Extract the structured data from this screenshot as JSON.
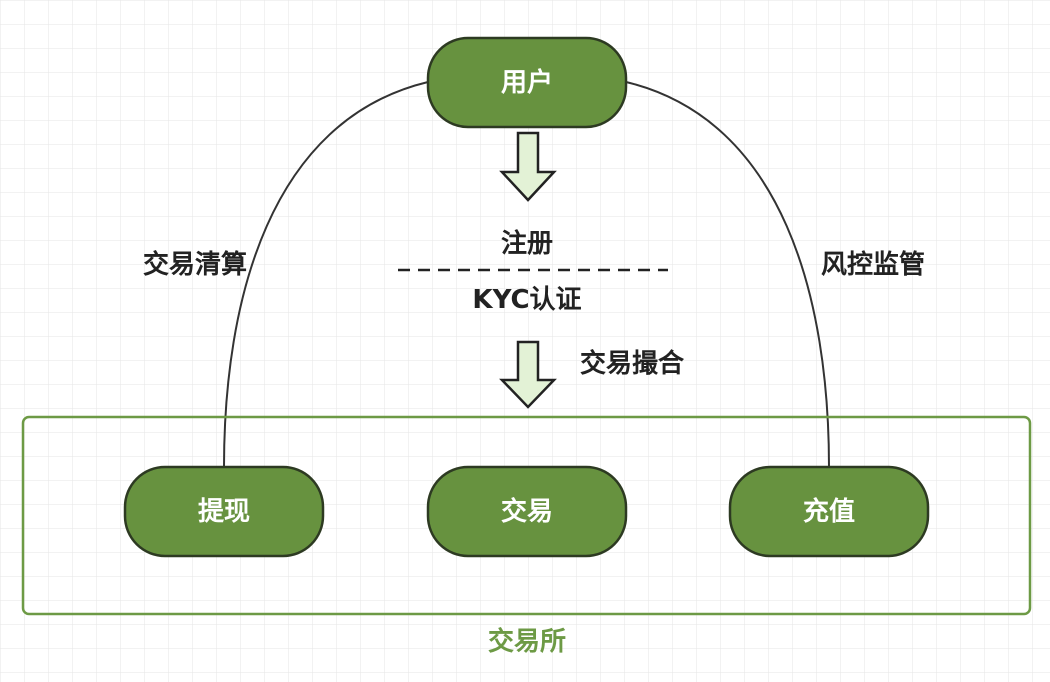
{
  "colors": {
    "node_fill": "#67923f",
    "node_stroke": "#2d3a22",
    "container_stroke": "#6d9a45",
    "arrow_fill": "#e3f2d6",
    "container_label": "#6d9a45"
  },
  "nodes": {
    "user": "用户",
    "withdraw": "提现",
    "trade": "交易",
    "deposit": "充值"
  },
  "edges": {
    "left": "交易清算",
    "right": "风控监管"
  },
  "center": {
    "register": "注册",
    "kyc": "KYC认证",
    "matching": "交易撮合"
  },
  "container": {
    "label": "交易所"
  }
}
